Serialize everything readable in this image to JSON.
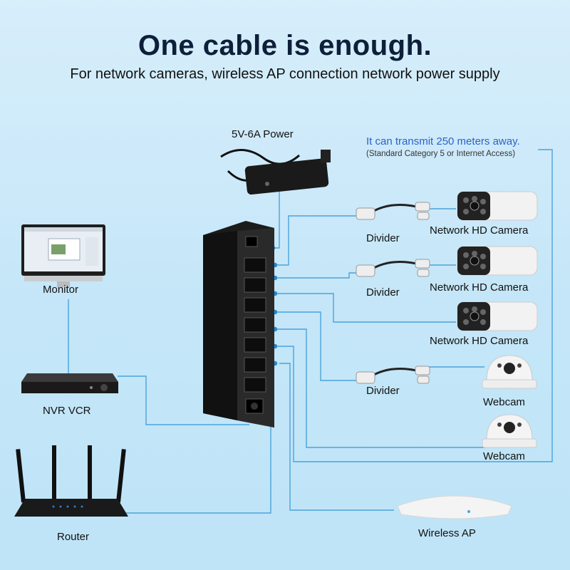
{
  "header": {
    "title": "One cable is enough.",
    "subtitle": "For network cameras, wireless AP connection network power supply"
  },
  "power": {
    "label": "5V-6A Power"
  },
  "note": {
    "distance": "It can transmit 250 meters away.",
    "cable": "(Standard Category 5 or Internet Access)"
  },
  "devices": {
    "monitor": "Monitor",
    "nvr": "NVR VCR",
    "router": "Router",
    "wireless_ap": "Wireless AP"
  },
  "dividers": [
    "Divider",
    "Divider",
    "Divider"
  ],
  "cameras": [
    "Network HD Camera",
    "Network HD Camera",
    "Network HD Camera"
  ],
  "webcams": [
    "Webcam",
    "Webcam"
  ],
  "colors": {
    "wire": "#4aa3dc",
    "port_dot": "#1f8ad8",
    "title": "#0e1f3a",
    "note": "#2a63c8"
  }
}
